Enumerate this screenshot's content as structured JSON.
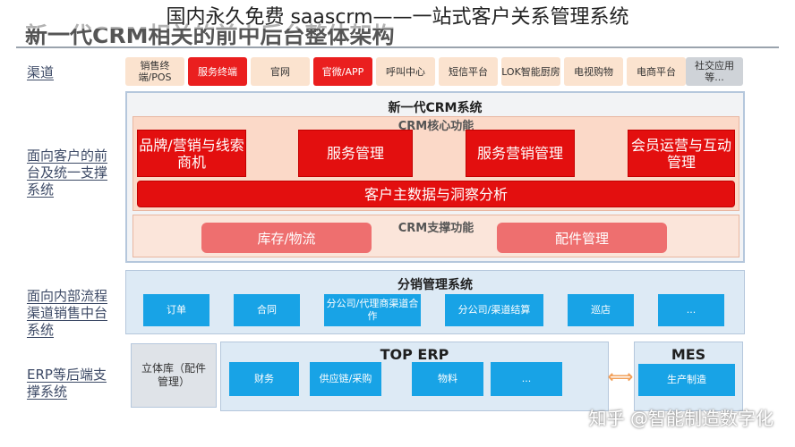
{
  "overlay_title": "国内永久免费 saascrm——一站式客户关系管理系统",
  "main_title": "新一代CRM相关的前中后台整体架构",
  "side_labels": {
    "channels": "渠道",
    "front": "面向客户的前台及统一支撑系统",
    "middle": "面向内部流程渠道销售中台系统",
    "back": "ERP等后端支撑系统"
  },
  "channels": [
    {
      "label": "销售终端/POS",
      "style": "normal"
    },
    {
      "label": "服务终端",
      "style": "red"
    },
    {
      "label": "官网",
      "style": "normal"
    },
    {
      "label": "官微/APP",
      "style": "red"
    },
    {
      "label": "呼叫中心",
      "style": "normal"
    },
    {
      "label": "短信平台",
      "style": "normal"
    },
    {
      "label": "LOK智能厨房",
      "style": "normal"
    },
    {
      "label": "电视购物",
      "style": "normal"
    },
    {
      "label": "电商平台",
      "style": "normal"
    },
    {
      "label": "社交应用等...",
      "style": "gray"
    }
  ],
  "crm": {
    "title": "新一代CRM系统",
    "core_title": "CRM核心功能",
    "core_items": [
      "品牌/营销与线索商机",
      "服务管理",
      "服务营销管理",
      "会员运营与互动管理"
    ],
    "customer_data": "客户主数据与洞察分析",
    "support_title": "CRM支撑功能",
    "support_items": [
      "库存/物流",
      "配件管理"
    ]
  },
  "distribution": {
    "title": "分销管理系统",
    "items": [
      "订单",
      "合同",
      "分公司/代理商渠道合作",
      "分公司/渠道结算",
      "巡店",
      "..."
    ]
  },
  "backend": {
    "warehouse": "立体库（配件管理）",
    "erp_title": "TOP ERP",
    "erp_items": [
      "财务",
      "供应链/采购",
      "物料",
      "..."
    ],
    "arrow": "⟺",
    "mes_title": "MES",
    "mes_items": [
      "生产制造"
    ]
  },
  "watermark": "知乎 @智能制造数字化",
  "colors": {
    "red": "#e30f0f",
    "pink": "#ee6f6f",
    "blue": "#18a3e6",
    "peach": "#fbe3cf"
  }
}
